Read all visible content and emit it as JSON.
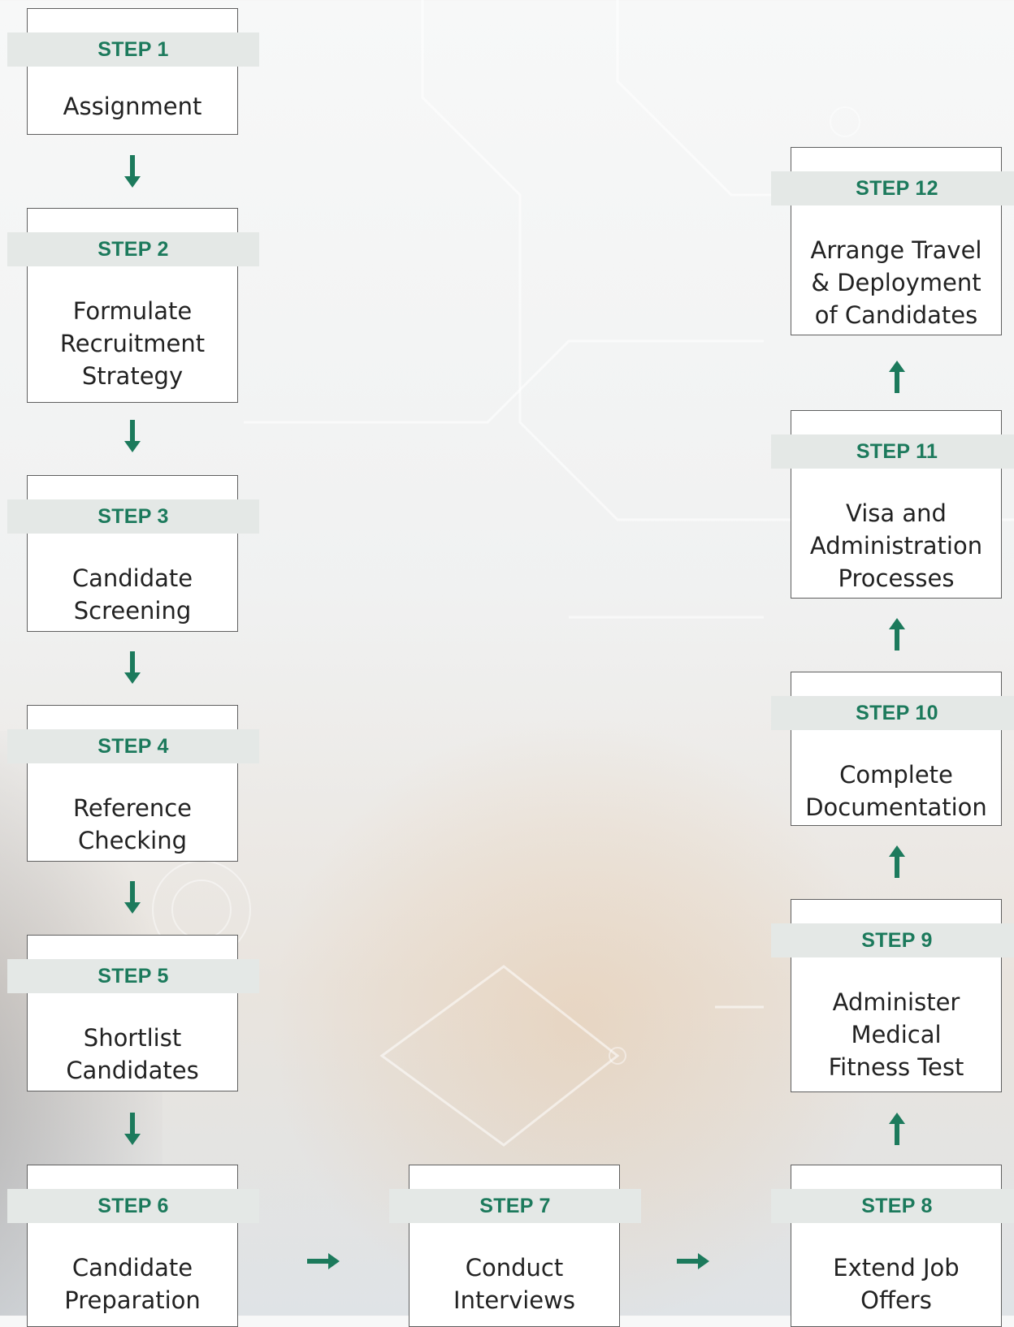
{
  "steps": [
    {
      "label": "STEP 1",
      "title": "Assignment"
    },
    {
      "label": "STEP 2",
      "title": "Formulate\nRecruitment\nStrategy"
    },
    {
      "label": "STEP 3",
      "title": "Candidate\nScreening"
    },
    {
      "label": "STEP 4",
      "title": "Reference\nChecking"
    },
    {
      "label": "STEP 5",
      "title": "Shortlist\nCandidates"
    },
    {
      "label": "STEP 6",
      "title": "Candidate\nPreparation"
    },
    {
      "label": "STEP 7",
      "title": "Conduct\nInterviews"
    },
    {
      "label": "STEP 8",
      "title": "Extend Job\nOffers"
    },
    {
      "label": "STEP 9",
      "title": "Administer\nMedical\nFitness Test"
    },
    {
      "label": "STEP 10",
      "title": "Complete\nDocumentation"
    },
    {
      "label": "STEP 11",
      "title": "Visa and\nAdministration\nProcesses"
    },
    {
      "label": "STEP 12",
      "title": "Arrange Travel\n& Deployment\nof Candidates"
    }
  ],
  "colors": {
    "accent": "#1c7a5c",
    "band": "#e4e8e6",
    "border": "#5f5f5f"
  }
}
